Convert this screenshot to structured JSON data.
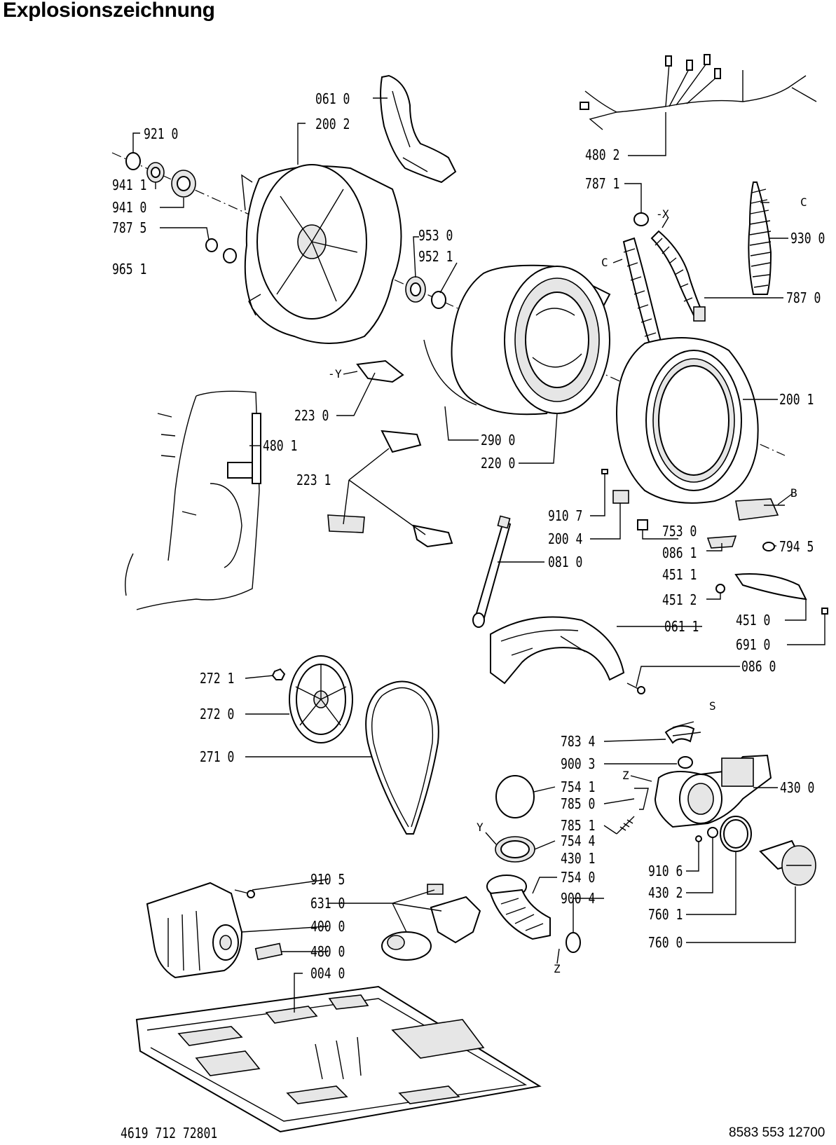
{
  "title": "Explosionszeichnung",
  "footer": {
    "left": "4619 712 72801",
    "right": "8583 553 12700"
  },
  "part_labels": {
    "p0610": "061 0",
    "p2002": "200 2",
    "p9210": "921 0",
    "p9411": "941 1",
    "p9410": "941 0",
    "p7875": "787 5",
    "p9651": "965 1",
    "p9530": "953 0",
    "p9521": "952 1",
    "p4802": "480 2",
    "p7871": "787 1",
    "p9300": "930 0",
    "p7870": "787 0",
    "p2230": "223 0",
    "p4801": "480 1",
    "p2231": "223 1",
    "p2900": "290 0",
    "p2200": "220 0",
    "p2001": "200 1",
    "p9107": "910 7",
    "p2004": "200 4",
    "p0810": "081 0",
    "p7530": "753 0",
    "p0861": "086 1",
    "p4511": "451 1",
    "p7945": "794 5",
    "p4512": "451 2",
    "p0611": "061 1",
    "p4510": "451 0",
    "p6910": "691 0",
    "p0860": "086 0",
    "p2721": "272 1",
    "p2720": "272 0",
    "p2710": "271 0",
    "p7834": "783 4",
    "p9003": "900 3",
    "p4300": "430 0",
    "p7541": "754 1",
    "p7850": "785 0",
    "p7851": "785 1",
    "p7544": "754 4",
    "p4301": "430 1",
    "p7540": "754 0",
    "p9004": "900 4",
    "p9106": "910 6",
    "p4302": "430 2",
    "p7601": "760 1",
    "p7600": "760 0",
    "p9105": "910 5",
    "p6310": "631 0",
    "p4000": "400 0",
    "p4800": "480 0",
    "p0040": "004 0"
  },
  "ref_marks": {
    "c1": "C",
    "c2": "C",
    "x": "X",
    "y1": "Y",
    "y2": "Y",
    "z1": "Z",
    "z2": "Z",
    "s": "S",
    "b": "B"
  }
}
